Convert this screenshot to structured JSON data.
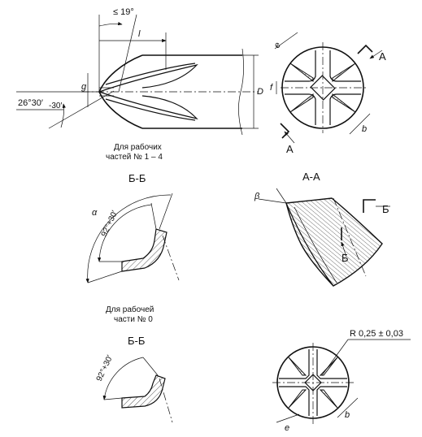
{
  "labels": {
    "angle_max": "≤ 19°",
    "length": "l",
    "dim_g": "g",
    "dim_D": "D",
    "point_angle": "26°30′",
    "point_angle_tol": "-30′",
    "dim_e": "e",
    "dim_f": "f",
    "dim_b": "b",
    "section_a_mark": "А",
    "caption_parts_1_4_line1": "Для рабочих",
    "caption_parts_1_4_line2": "частей № 1 – 4",
    "section_bb_title": "Б-Б",
    "section_aa_title": "А-А",
    "angle_alpha": "α",
    "angle_92": "92°+30′",
    "angle_beta": "β",
    "section_b_mark": "Б",
    "caption_part_0_line1": "Для рабочей",
    "caption_part_0_line2": "части № 0",
    "section_bb2_title": "Б-Б",
    "angle_92_2": "92°+30′",
    "radius": "R 0,25 ± 0,03",
    "dim_b2": "b",
    "dim_e2": "e"
  }
}
